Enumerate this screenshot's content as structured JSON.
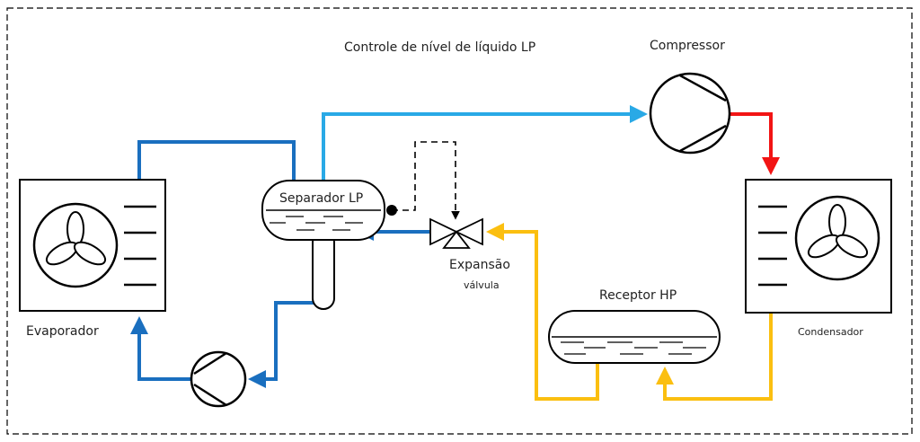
{
  "labels": {
    "control": "Controle de nível de líquido LP",
    "compressor": "Compressor",
    "separator": "Separador LP",
    "expansion": "Expansão",
    "valve": "válvula",
    "receiver": "Receptor HP",
    "evaporator": "Evaporador",
    "condenser": "Condensador"
  },
  "colors": {
    "dark_blue": "#1a6fbf",
    "light_blue": "#29a9e6",
    "red": "#f21414",
    "yellow": "#fbbf10",
    "line": "#000000"
  }
}
